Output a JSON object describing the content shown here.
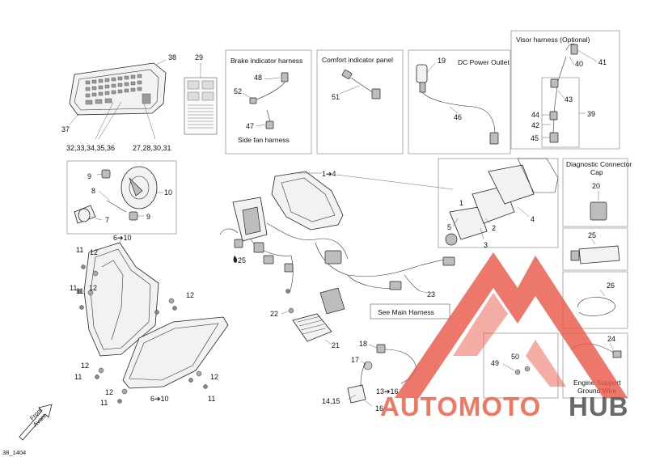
{
  "boxes": {
    "brake": "Brake indicator harness",
    "side_fan": "Side fan harness",
    "comfort": "Comfort indicator panel",
    "dc_power": "DC Power Outlet",
    "visor": "Visor harness (Optional)",
    "diag_1": "Diagnostic Connector",
    "diag_2": "Cap",
    "main_harness": "See Main Harness",
    "engine_1": "Engine Support",
    "engine_2": "Ground Wire"
  },
  "callouts": {
    "c38": "38",
    "c29": "29",
    "c37": "37",
    "c32": "32,33,34,35,36",
    "c27": "27,28,30,31",
    "c48": "48",
    "c52": "52",
    "c47": "47",
    "c51": "51",
    "c19": "19",
    "c46": "46",
    "c41": "41",
    "c40": "40",
    "c43": "43",
    "c44": "44",
    "c39": "39",
    "c42": "42",
    "c45": "45",
    "c14": "1➔4",
    "c9a": "9",
    "c10": "10",
    "c8": "8",
    "c7": "7",
    "c9b": "9",
    "c610a": "6➔10",
    "c20": "20",
    "c25box": "25",
    "c26": "26",
    "c5": "5",
    "c2": "2",
    "c4": "4",
    "c3": "3",
    "c1": "1",
    "c25": "25",
    "c11a": "11",
    "c12a": "12",
    "c11b": "11",
    "c11c": "11",
    "c12b": "12",
    "c12c": "12",
    "c22": "22",
    "c23": "23",
    "c21": "21",
    "c18": "18",
    "c17": "17",
    "c1316": "13➔16",
    "c1415": "14,15",
    "c16": "16",
    "c12d": "12",
    "c11d": "11",
    "c610b": "6➔10",
    "c12e": "12",
    "c11e": "11",
    "c11f": "11",
    "c12f": "12",
    "c50": "50",
    "c49": "49",
    "c24": "24"
  },
  "front_label_1": "Front",
  "front_label_2": "Avant",
  "figure_code": "38_1404",
  "watermark": {
    "part1": "AUTOMOTO",
    "part2": "HUB",
    "color1": "#ee6a55",
    "color2": "#5a5a5a",
    "logo_color": "#e85a4a"
  }
}
